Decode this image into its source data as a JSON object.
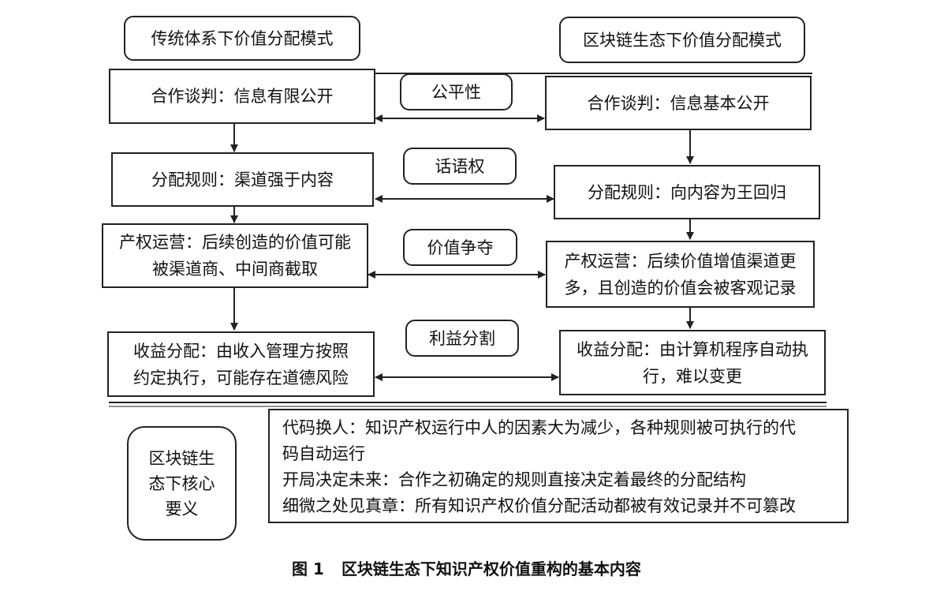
{
  "headers": {
    "traditional": "传统体系下价值分配模式",
    "blockchain": "区块链生态下价值分配模式"
  },
  "stages": [
    {
      "traditional": "合作谈判：信息有限公开",
      "relation": "公平性",
      "blockchain": "合作谈判：信息基本公开"
    },
    {
      "traditional": "分配规则：渠道强于内容",
      "relation": "话语权",
      "blockchain": "分配规则：向内容为王回归"
    },
    {
      "traditional": [
        "产权运营：后续创造的价值可能",
        "被渠道商、中间商截取"
      ],
      "relation": "价值争夺",
      "blockchain": [
        "产权运营：后续价值增值渠道更",
        "多，且创造的价值会被客观记录"
      ]
    },
    {
      "traditional": [
        "收益分配：由收入管理方按照",
        "约定执行，可能存在道德风险"
      ],
      "relation": "利益分割",
      "blockchain": [
        "收益分配：由计算机程序自动执",
        "行，难以变更"
      ]
    }
  ],
  "core": {
    "label": [
      "区块链生",
      "态下核心",
      "要义"
    ],
    "points": [
      "代码换人：知识产权运行中人的因素大为减少，各种规则被可执行的代",
      "码自动运行",
      "开局决定未来：合作之初确定的规则直接决定着最终的分配结构",
      "细微之处见真章：所有知识产权价值分配活动都被有效记录并不可篡改"
    ]
  },
  "caption": {
    "number": "图 1",
    "title": "区块链生态下知识产权价值重构的基本内容"
  }
}
